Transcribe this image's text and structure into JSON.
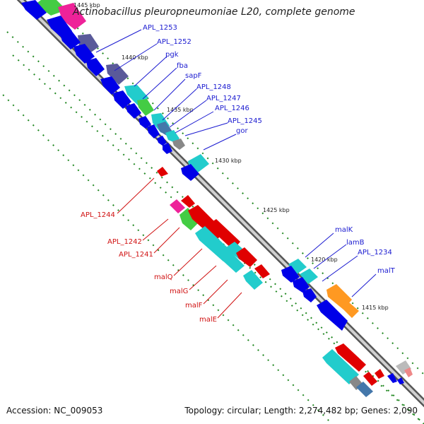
{
  "title": "Actinobacillus pleuropneumoniae L20, complete genome",
  "accession": "Accession: NC_009053",
  "topology": "Topology: circular; Length: 2,274,482 bp; Genes: 2,090",
  "colors": {
    "forward": "#0000e8",
    "reverse": "#e00000",
    "cyan": "#22cccc",
    "navy": "#5a5a9a",
    "magenta": "#ee2299",
    "green": "#44cc44",
    "orange": "#ff9922",
    "grey": "#888888",
    "steelblue": "#4477aa",
    "dots": "#228822"
  },
  "kbp_markers": [
    "1445 kbp",
    "1440 kbp",
    "1435 kbp",
    "1430 kbp",
    "1425 kbp",
    "1420 kbp",
    "1415 kbp"
  ],
  "labels_forward": [
    "APL_1253",
    "APL_1252",
    "pgk",
    "fba",
    "sapF",
    "APL_1248",
    "APL_1247",
    "APL_1246",
    "APL_1245",
    "gor",
    "malK",
    "lamB",
    "APL_1234",
    "malT"
  ],
  "labels_reverse": [
    "APL_1244",
    "APL_1242",
    "APL_1241",
    "malQ",
    "malG",
    "malF",
    "malE"
  ]
}
